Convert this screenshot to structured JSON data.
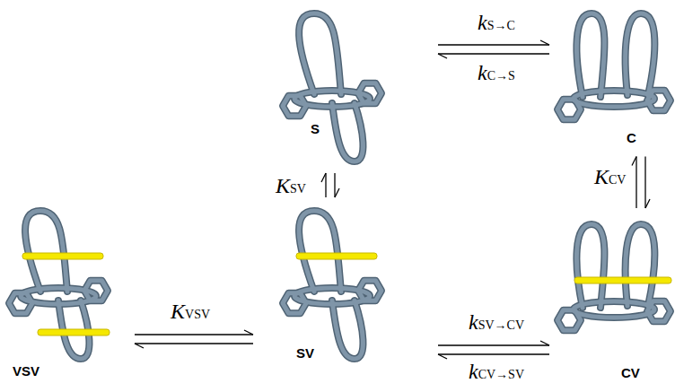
{
  "diagram": {
    "nodes": [
      {
        "text": [
          "S"
        ]
      },
      {
        "text": [
          "C"
        ]
      },
      {
        "text": [
          "VSV"
        ]
      },
      {
        "text": [
          "SV"
        ]
      },
      {
        "text": [
          "CV"
        ]
      }
    ],
    "edges": [
      {
        "from": 0,
        "to": 1,
        "label": "kS→C",
        "arrow": "to"
      },
      {
        "from": 1,
        "to": 0,
        "label": "kC→S",
        "arrow": "to"
      },
      {
        "from": 0,
        "to": 3,
        "label": "KSV",
        "arrow": "both"
      },
      {
        "from": 1,
        "to": 4,
        "label": "KCV",
        "arrow": "both"
      },
      {
        "from": 2,
        "to": 3,
        "label": "KVSV",
        "arrow": "both"
      },
      {
        "from": 3,
        "to": 4,
        "label": "kSV→CV",
        "arrow": "to"
      },
      {
        "from": 4,
        "to": 3,
        "label": "kCV→SV",
        "arrow": "to"
      }
    ]
  }
}
